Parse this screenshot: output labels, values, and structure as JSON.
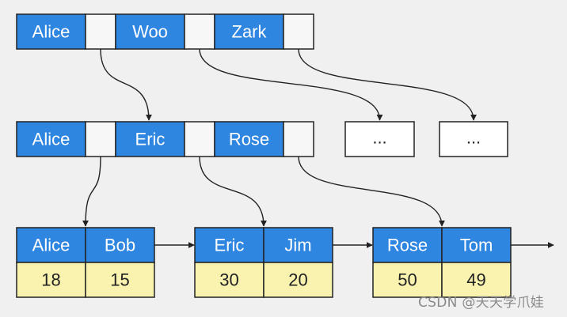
{
  "colors": {
    "key_fill": "#2f86e0",
    "key_text": "#ffffff",
    "pointer_fill": "#f7f7f7",
    "value_fill": "#faf3b0",
    "border": "#222222",
    "edge": "#222222",
    "background": "#f0f0f0"
  },
  "root": {
    "keys": [
      "Alice",
      "Woo",
      "Zark"
    ]
  },
  "internal": {
    "keys": [
      "Alice",
      "Eric",
      "Rose"
    ]
  },
  "ellipsis_nodes": [
    "...",
    "..."
  ],
  "leaves": [
    {
      "keys": [
        "Alice",
        "Bob"
      ],
      "values": [
        "18",
        "15"
      ]
    },
    {
      "keys": [
        "Eric",
        "Jim"
      ],
      "values": [
        "30",
        "20"
      ]
    },
    {
      "keys": [
        "Rose",
        "Tom"
      ],
      "values": [
        "50",
        "49"
      ]
    }
  ],
  "watermark": "CSDN @天天学爪娃"
}
